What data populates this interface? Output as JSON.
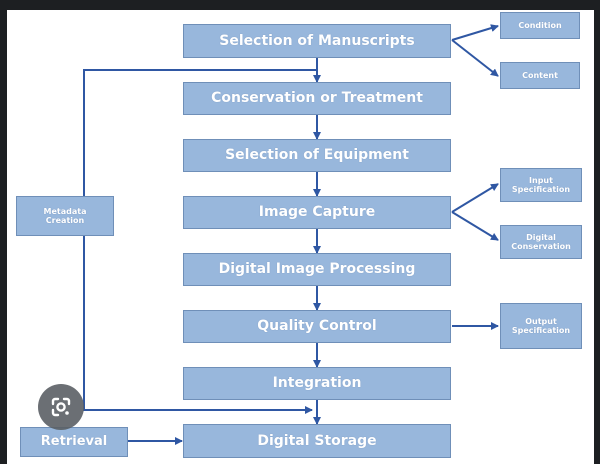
{
  "diagram": {
    "main_steps": [
      "Selection of Manuscripts",
      "Conservation or Treatment",
      "Selection of Equipment",
      "Image Capture",
      "Digital Image Processing",
      "Quality Control",
      "Integration",
      "Digital Storage"
    ],
    "branches": {
      "condition": "Condition",
      "content": "Content",
      "input_spec": "Input\nSpecification",
      "digital_conservation": "Digital\nConservation",
      "output_spec": "Output\nSpecification"
    },
    "side": {
      "metadata": "Metadata\nCreation",
      "retrieval": "Retrieval"
    }
  },
  "colors": {
    "box_fill": "#98b7dc",
    "box_border": "#6f8fb8",
    "arrow": "#2f57a3",
    "text": "#ffffff",
    "frame": "#1d1f22"
  },
  "overlay": {
    "lens_icon": "google-lens-icon"
  }
}
